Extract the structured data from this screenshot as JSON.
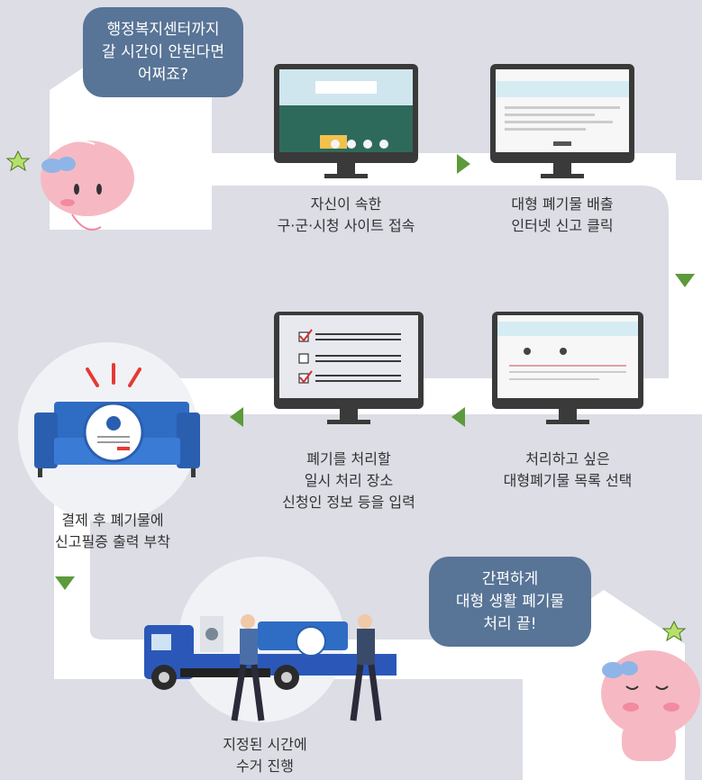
{
  "colors": {
    "background": "#dcdde5",
    "path": "#ffffff",
    "bubble": "#587496",
    "arrow": "#5c9a3c",
    "sofa": "#2f6cc4",
    "truck": "#2b58b8",
    "monitor_frame": "#3a3a3a",
    "character": "#f6b9c3",
    "star": "#b7e06a",
    "bow": "#8fb5e8"
  },
  "bubbles": {
    "top": "행정복지센터까지\n갈 시간이 안된다면\n어쩌죠?",
    "bottom": "간편하게\n대형 생활 폐기물\n처리 끝!"
  },
  "steps": [
    {
      "caption": "자신이 속한\n구·군·시청 사이트 접속",
      "icon": "website-home-screen"
    },
    {
      "caption": "대형 폐기물 배출\n인터넷 신고 클릭",
      "icon": "report-page-screen"
    },
    {
      "caption": "처리하고 싶은\n대형폐기물 목록 선택",
      "icon": "item-list-screen"
    },
    {
      "caption": "폐기를 처리할\n일시 처리 장소\n신청인 정보 등을 입력",
      "icon": "checklist-screen"
    },
    {
      "caption": "결제 후 폐기물에\n신고필증 출력 부착",
      "icon": "sofa-with-sticker"
    },
    {
      "caption": "지정된 시간에\n수거 진행",
      "icon": "collection-truck"
    }
  ],
  "flow_arrows": [
    "right",
    "down",
    "left",
    "left",
    "down"
  ]
}
